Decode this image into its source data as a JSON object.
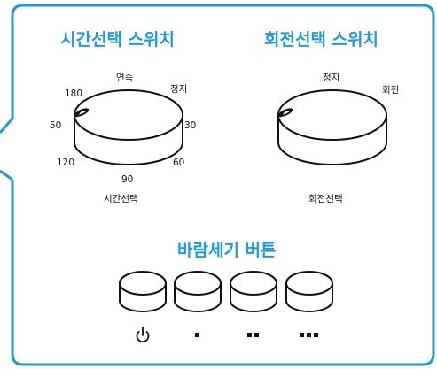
{
  "colors": {
    "border": "#1f9ad6",
    "title": "#1f9ad6",
    "stroke": "#111111",
    "knob_fill": "#ffffff"
  },
  "time_switch": {
    "title": "시간선택 스위치",
    "caption": "시간선택",
    "marks": {
      "continuous": "연속",
      "stop": "정지",
      "m30": "30",
      "m60": "60",
      "m90": "90",
      "m120": "120",
      "m50": "50",
      "m180": "180"
    }
  },
  "rotation_switch": {
    "title": "회전선택 스위치",
    "caption": "회전선택",
    "marks": {
      "stop": "정지",
      "rotate": "회전"
    }
  },
  "fan_buttons": {
    "title": "바람세기 버튼",
    "buttons": [
      {
        "name": "power",
        "icon": "power-icon"
      },
      {
        "name": "low",
        "icon": "one-dot-icon"
      },
      {
        "name": "medium",
        "icon": "two-dots-icon"
      },
      {
        "name": "high",
        "icon": "three-dots-icon"
      }
    ]
  }
}
